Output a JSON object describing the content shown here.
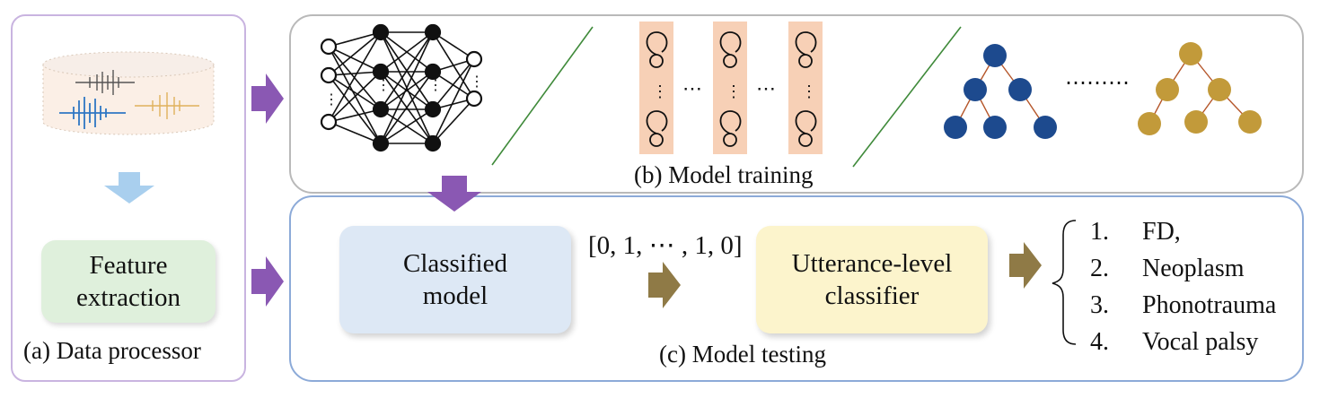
{
  "panels": {
    "data_processor": {
      "caption": "(a) Data processor"
    },
    "model_training": {
      "caption": "(b) Model training"
    },
    "model_testing": {
      "caption": "(c) Model testing"
    }
  },
  "boxes": {
    "feature_extraction": {
      "line1": "Feature",
      "line2": "extraction"
    },
    "classified_model": {
      "line1": "Classified",
      "line2": "model"
    },
    "utterance_classifier": {
      "line1": "Utterance-level",
      "line2": "classifier"
    }
  },
  "prediction_vector": "[0, 1, ⋯ , 1, 0]",
  "outputs": [
    {
      "num": "1.",
      "label": "FD,"
    },
    {
      "num": "2.",
      "label": "Neoplasm"
    },
    {
      "num": "3.",
      "label": "Phonotrauma"
    },
    {
      "num": "4.",
      "label": "Vocal palsy"
    }
  ],
  "ellipses": {
    "rnn_sep": "⋯",
    "tree_sep": "⋯⋯⋯"
  },
  "colors": {
    "purple_arrow": "#8a58b3",
    "blue_arrow": "#a9cfee",
    "olive_arrow": "#8f7a46",
    "tree_blue": "#1d4a8e",
    "tree_gold": "#c29a3a",
    "rnn_cell": "#f7d0b6"
  }
}
